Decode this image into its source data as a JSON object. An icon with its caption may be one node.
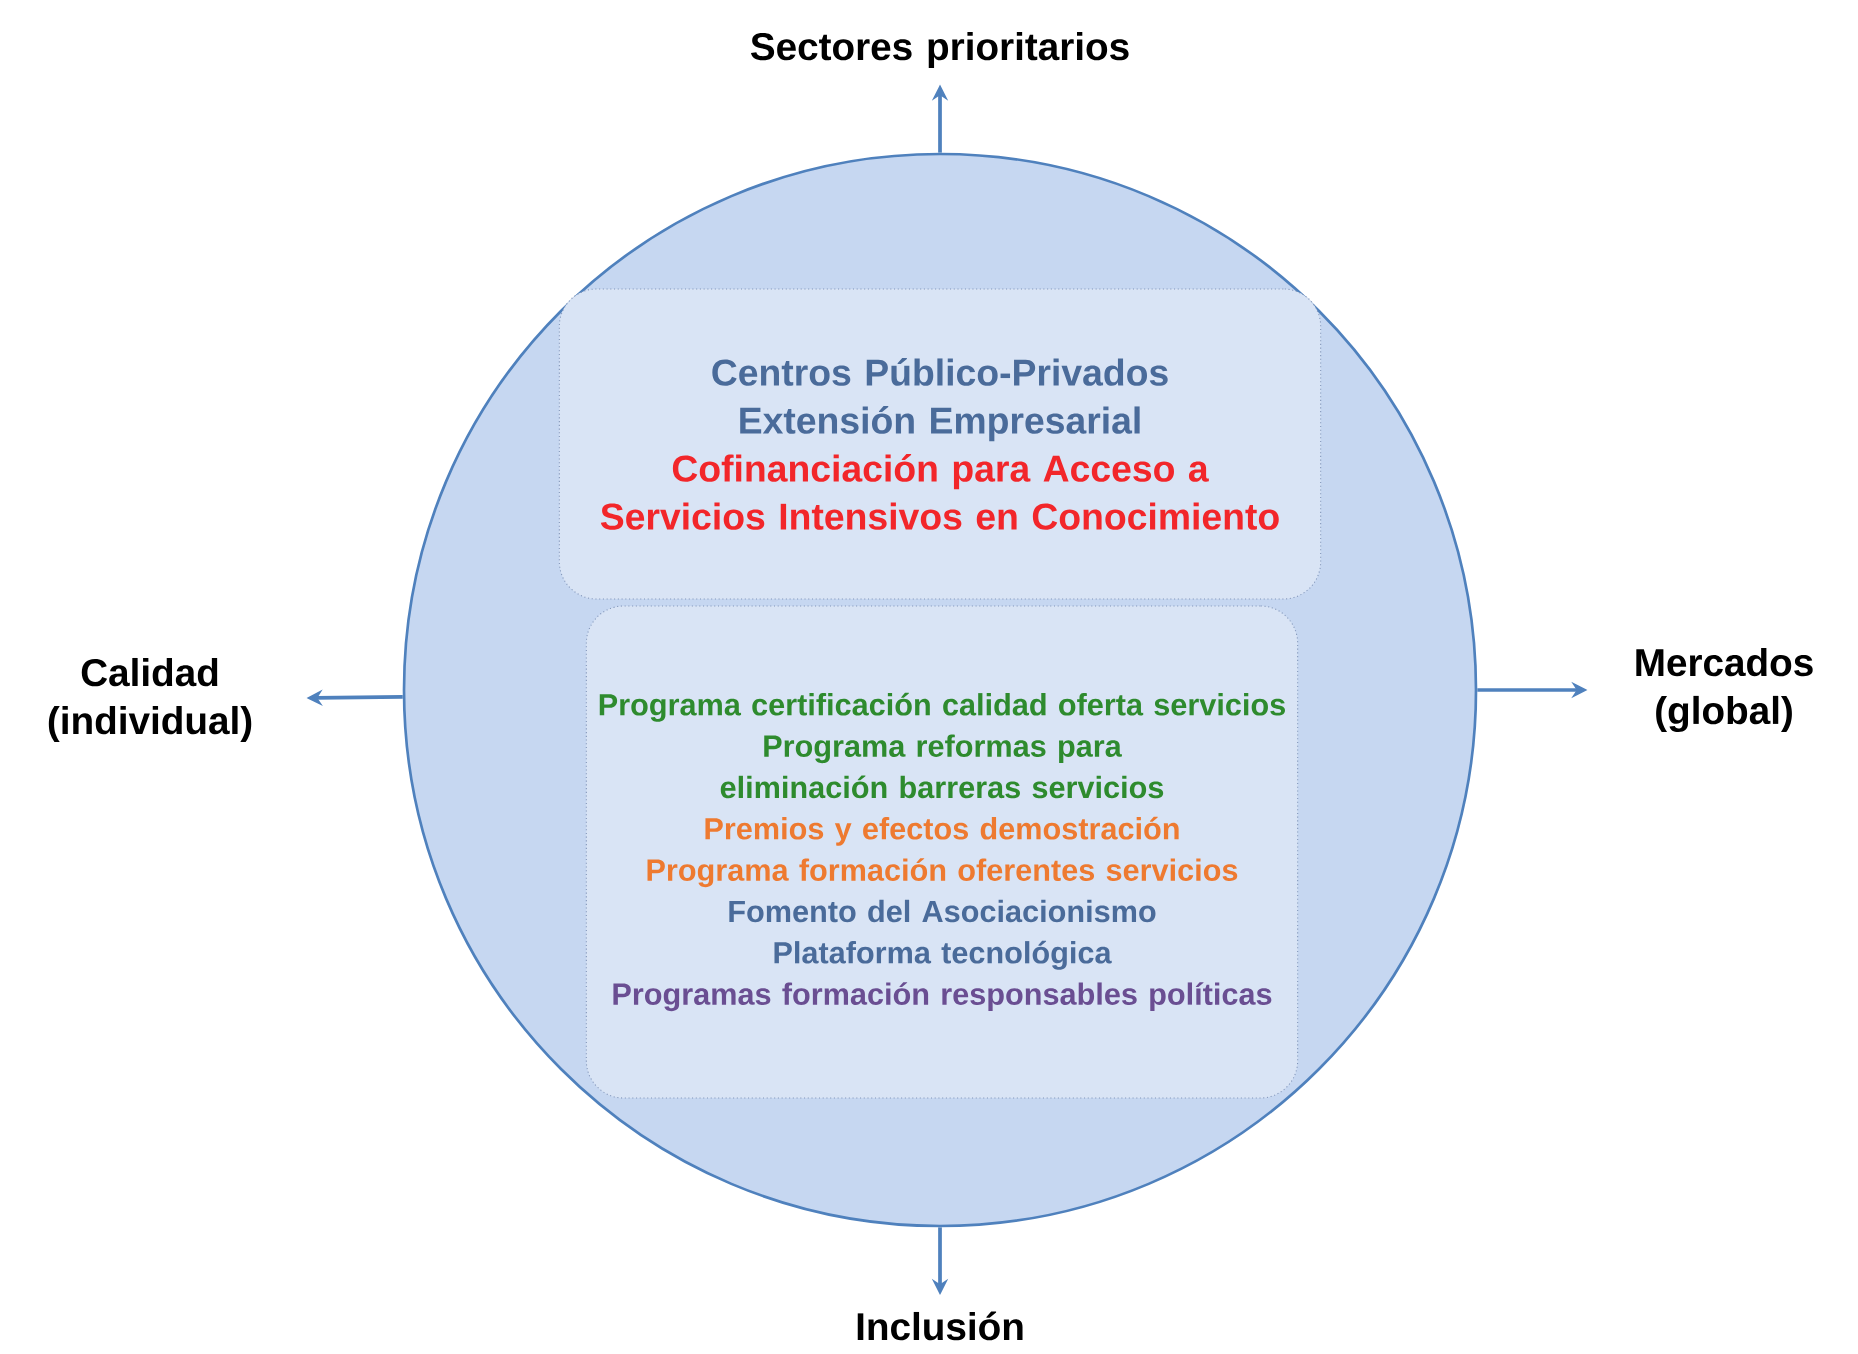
{
  "diagram": {
    "nodes": [
      {
        "text": [],
        "shape": "circle"
      },
      {
        "text": [
          "Centros Público-Privados Extensión Empresarial",
          "Cofinanciación para Acceso a Servicios Intensivos en Conocimiento"
        ],
        "in": 0
      },
      {
        "text": [
          "Programa certificación calidad oferta servicios",
          "Programa reformas para eliminación barreras servicios",
          "Premios y efectos demostración",
          "Programa formación oferentes servicios",
          "Fomento del Asociacionismo",
          "Plataforma  tecnológica",
          "Programas formación responsables políticas"
        ],
        "in": 0
      },
      {
        "text": [
          "Sectores prioritarios"
        ]
      },
      {
        "text": [
          "Calidad (individual)"
        ]
      },
      {
        "text": [
          "Mercados (global)"
        ]
      },
      {
        "text": [
          "Inclusión"
        ]
      }
    ],
    "edges": [
      {
        "from": 0,
        "to": 3,
        "arrow": "to"
      },
      {
        "from": 0,
        "to": 4,
        "arrow": "to"
      },
      {
        "from": 0,
        "to": 5,
        "arrow": "to"
      },
      {
        "from": 0,
        "to": 6,
        "arrow": "to"
      }
    ]
  }
}
